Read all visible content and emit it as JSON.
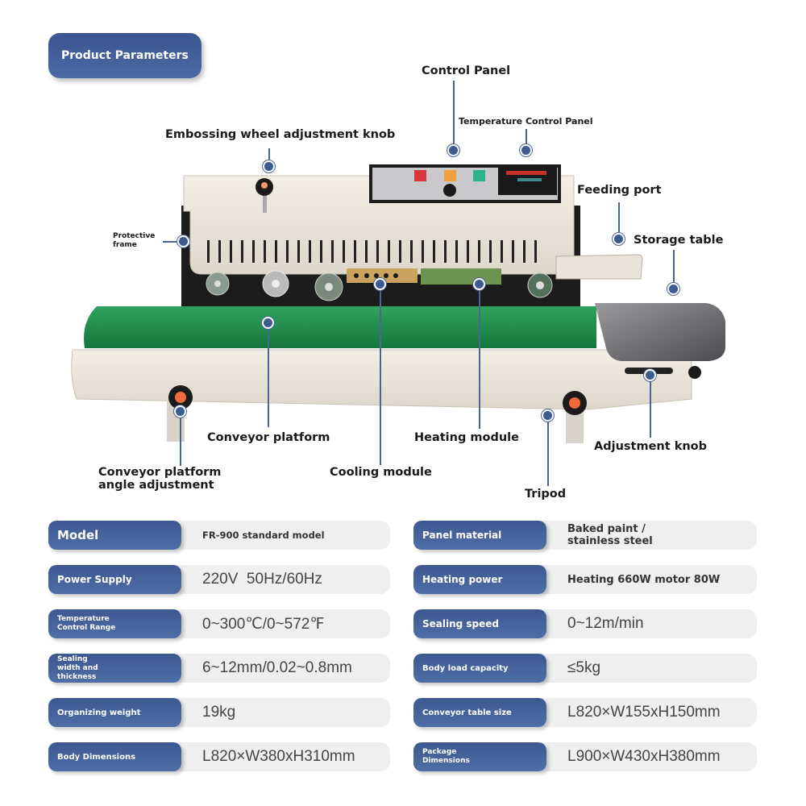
{
  "header": {
    "title": "Product Parameters"
  },
  "colors": {
    "accent": "#3d5890",
    "label_text": "#ffffff",
    "value_bg": "#efefef",
    "belt_green": "#1e8a4a"
  },
  "callouts": {
    "control_panel": "Control Panel",
    "temperature_control_panel": "Temperature Control Panel",
    "embossing_knob": "Embossing wheel adjustment knob",
    "feeding_port": "Feeding port",
    "storage_table": "Storage table",
    "protective_frame": "Protective frame",
    "conveyor_platform": "Conveyor platform",
    "heating_module": "Heating module",
    "adjustment_knob": "Adjustment knob",
    "angle_adjustment": "Conveyor platform angle adjustment",
    "cooling_module": "Cooling module",
    "tripod": "Tripod"
  },
  "specs_left": [
    {
      "label": "Model",
      "value": "FR-900 standard model"
    },
    {
      "label": "Power Supply",
      "value": "220V  50Hz/60Hz"
    },
    {
      "label": "Temperature Control Range",
      "value": "0~300℃/0~572℉"
    },
    {
      "label": "Sealing width and thickness",
      "value": "6~12mm/0.02~0.8mm"
    },
    {
      "label": "Organizing weight",
      "value": "19kg"
    },
    {
      "label": "Body Dimensions",
      "value": "L820×W380xH310mm"
    }
  ],
  "specs_right": [
    {
      "label": "Panel material",
      "value": "Baked paint / stainless steel"
    },
    {
      "label": "Heating power",
      "value": "Heating 660W motor 80W"
    },
    {
      "label": "Sealing speed",
      "value": "0~12m/min"
    },
    {
      "label": "Body load capacity",
      "value": "≤5kg"
    },
    {
      "label": "Conveyor table size",
      "value": "L820×W155xH150mm"
    },
    {
      "label": "Package Dimensions",
      "value": "L900×W430xH380mm"
    }
  ]
}
